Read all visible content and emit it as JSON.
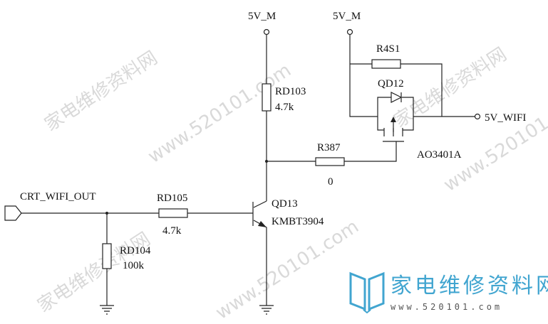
{
  "nets": {
    "supply_left": "5V_M",
    "supply_right": "5V_M",
    "input": "CRT_WIFI_OUT",
    "output": "5V_WIFI"
  },
  "parts": {
    "rd103": {
      "ref": "RD103",
      "value": "4.7k"
    },
    "rd105": {
      "ref": "RD105",
      "value": "4.7k"
    },
    "rd104": {
      "ref": "RD104",
      "value": "100k"
    },
    "r387": {
      "ref": "R387",
      "value": "0"
    },
    "r4s1": {
      "ref": "R4S1"
    },
    "qd12": {
      "ref": "QD12",
      "part": "AO3401A"
    },
    "qd13": {
      "ref": "QD13",
      "part": "KMBT3904"
    }
  },
  "watermark": {
    "text_a": "家电维修资料网",
    "text_b": "www.520101.com",
    "logo_text": "家电维修资料网",
    "logo_url": "www.520101.com"
  },
  "colors": {
    "logo": "#41a5d0",
    "ink": "#222222"
  }
}
